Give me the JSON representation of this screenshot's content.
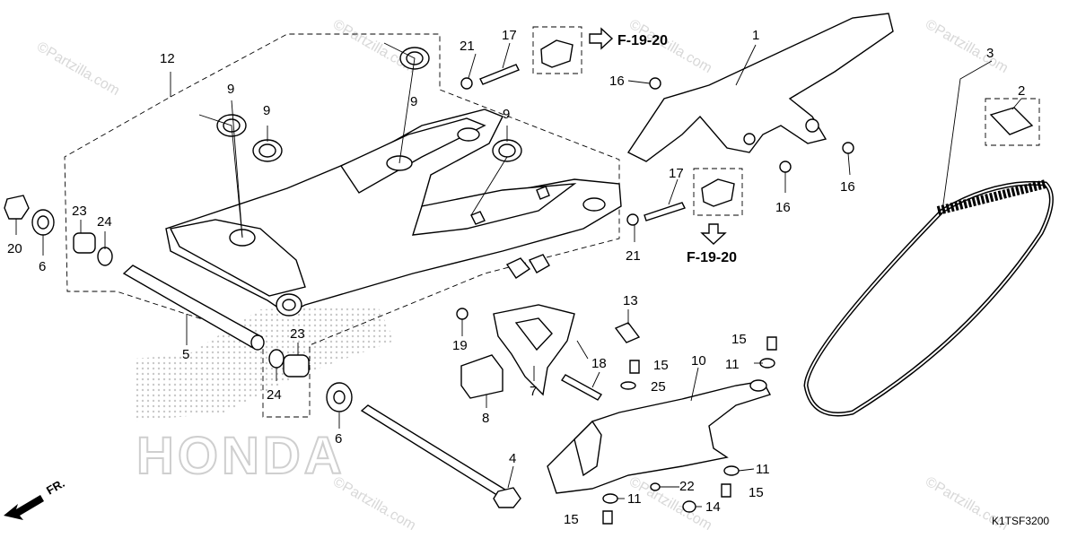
{
  "callouts": [
    {
      "id": "c1",
      "text": "1"
    },
    {
      "id": "c2",
      "text": "2"
    },
    {
      "id": "c3",
      "text": "3"
    },
    {
      "id": "c4",
      "text": "4"
    },
    {
      "id": "c5",
      "text": "5"
    },
    {
      "id": "c6a",
      "text": "6"
    },
    {
      "id": "c6b",
      "text": "6"
    },
    {
      "id": "c7",
      "text": "7"
    },
    {
      "id": "c8",
      "text": "8"
    },
    {
      "id": "c9a",
      "text": "9"
    },
    {
      "id": "c9b",
      "text": "9"
    },
    {
      "id": "c9c",
      "text": "9"
    },
    {
      "id": "c9d",
      "text": "9"
    },
    {
      "id": "c10",
      "text": "10"
    },
    {
      "id": "c11a",
      "text": "11"
    },
    {
      "id": "c11b",
      "text": "11"
    },
    {
      "id": "c11c",
      "text": "11"
    },
    {
      "id": "c12",
      "text": "12"
    },
    {
      "id": "c13",
      "text": "13"
    },
    {
      "id": "c14",
      "text": "14"
    },
    {
      "id": "c15a",
      "text": "15"
    },
    {
      "id": "c15b",
      "text": "15"
    },
    {
      "id": "c15c",
      "text": "15"
    },
    {
      "id": "c15d",
      "text": "15"
    },
    {
      "id": "c16a",
      "text": "16"
    },
    {
      "id": "c16b",
      "text": "16"
    },
    {
      "id": "c16c",
      "text": "16"
    },
    {
      "id": "c17a",
      "text": "17"
    },
    {
      "id": "c17b",
      "text": "17"
    },
    {
      "id": "c18",
      "text": "18"
    },
    {
      "id": "c19",
      "text": "19"
    },
    {
      "id": "c20",
      "text": "20"
    },
    {
      "id": "c21a",
      "text": "21"
    },
    {
      "id": "c21b",
      "text": "21"
    },
    {
      "id": "c22",
      "text": "22"
    },
    {
      "id": "c23a",
      "text": "23"
    },
    {
      "id": "c23b",
      "text": "23"
    },
    {
      "id": "c24a",
      "text": "24"
    },
    {
      "id": "c24b",
      "text": "24"
    },
    {
      "id": "c25",
      "text": "25"
    }
  ],
  "references": {
    "top": "F-19-20",
    "mid": "F-19-20"
  },
  "diagram_code": "K1TSF3200",
  "front_marker": "FR.",
  "brand": "HONDA",
  "watermark": "©Partzilla.com",
  "icons": [
    "arrow-right-icon",
    "arrow-down-icon",
    "front-arrow-icon"
  ]
}
